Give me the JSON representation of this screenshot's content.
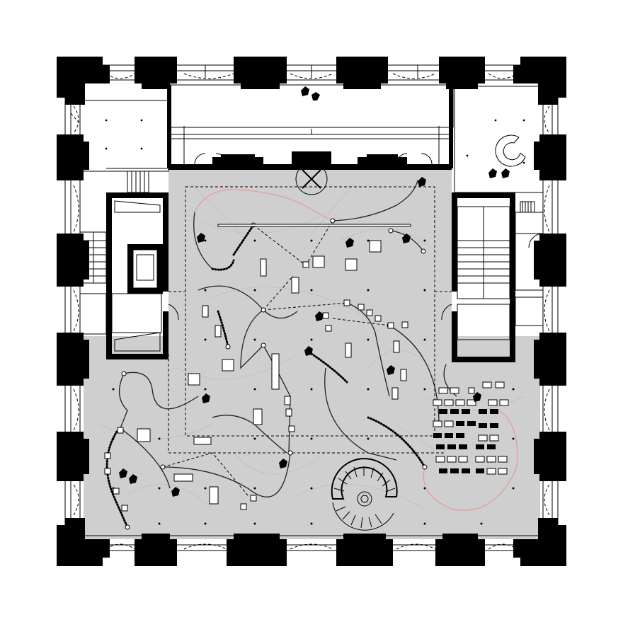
{
  "drawing": {
    "kind": "architectural floor plan",
    "colors": {
      "wall": "#000000",
      "exhibition_floor": "#cfcfcf",
      "floor_texture": "#bdbdbd",
      "paper": "#ffffff",
      "path_accent": "#e89a9a"
    }
  },
  "elements": {
    "people": 16,
    "spiral_staircase": 1,
    "straight_staircases": 3,
    "display_panels": 40,
    "seats": 48
  }
}
